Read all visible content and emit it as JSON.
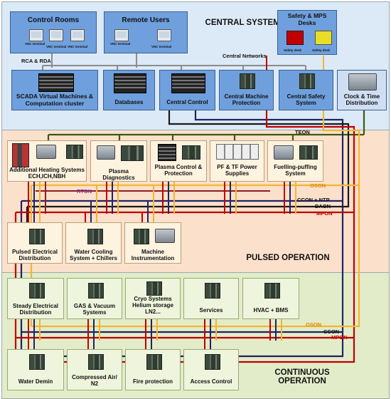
{
  "zones": {
    "central": {
      "title": "CENTRAL SYSTEMS",
      "color": "#dceaf7"
    },
    "pulsed": {
      "title": "PULSED OPERATION",
      "color": "#fbe0cb"
    },
    "continuous": {
      "title": "CONTINUOUS OPERATION",
      "color": "#e3ecc9"
    }
  },
  "central": {
    "control_rooms": {
      "label": "Control Rooms",
      "terminal": "VNC terminal"
    },
    "remote_users": {
      "label": "Remote Users",
      "terminal": "VNC terminal"
    },
    "safety_desks": {
      "label": "Safety & MPS Desks",
      "desk": "Safety desk"
    },
    "scada": "SCADA Virtual Machines & Computation cluster",
    "databases": "Databases",
    "central_control": "Central Control",
    "central_machine_protection": "Central Machine Protection",
    "central_safety_system": "Central Safety System",
    "clock_time": "Clock & Time Distribution"
  },
  "pulsed": {
    "heating": "Additional Heating Systems ECH,ICH,NBH",
    "diagnostics": "Plasma Diagnostics",
    "plasma_control": "Plasma Control & Protection",
    "pf_tf": "PF & TF Power Supplies",
    "fuelling": "Fuelling-puffing System",
    "pulsed_electrical": "Pulsed Electrical Distribution",
    "water_cooling": "Water Cooling System + Chillers",
    "machine_instrumentation": "Machine Instrumentation"
  },
  "continuous": {
    "steady_electrical": "Steady Electrical Distribution",
    "gas_vacuum": "GAS & Vacuum Systems",
    "cryo": "Cryo Systems Helium storage LN2...",
    "services": "Services",
    "hvac": "HVAC + BMS",
    "water_demin": "Water Demin",
    "compressed_air": "Compressed Air/ N2",
    "fire_protection": "Fire protection",
    "access_control": "Access Control"
  },
  "networks": {
    "rca_rda": "RCA & RDA",
    "central": "Central Networks",
    "teon": "TEON",
    "rton": "RTON",
    "oson": "OSON",
    "ccon_ntp": "CCON + NTP",
    "daon": "DAON",
    "mpon": "MPON",
    "ccon": "CCON"
  },
  "colors": {
    "teon": "#3b5a16",
    "rton": "#8b1e1e",
    "oson": "#f2b632",
    "ccon": "#1f2366",
    "daon": "#1a1a1a",
    "mpon": "#c00000",
    "central_net": "#8c8c8c"
  }
}
